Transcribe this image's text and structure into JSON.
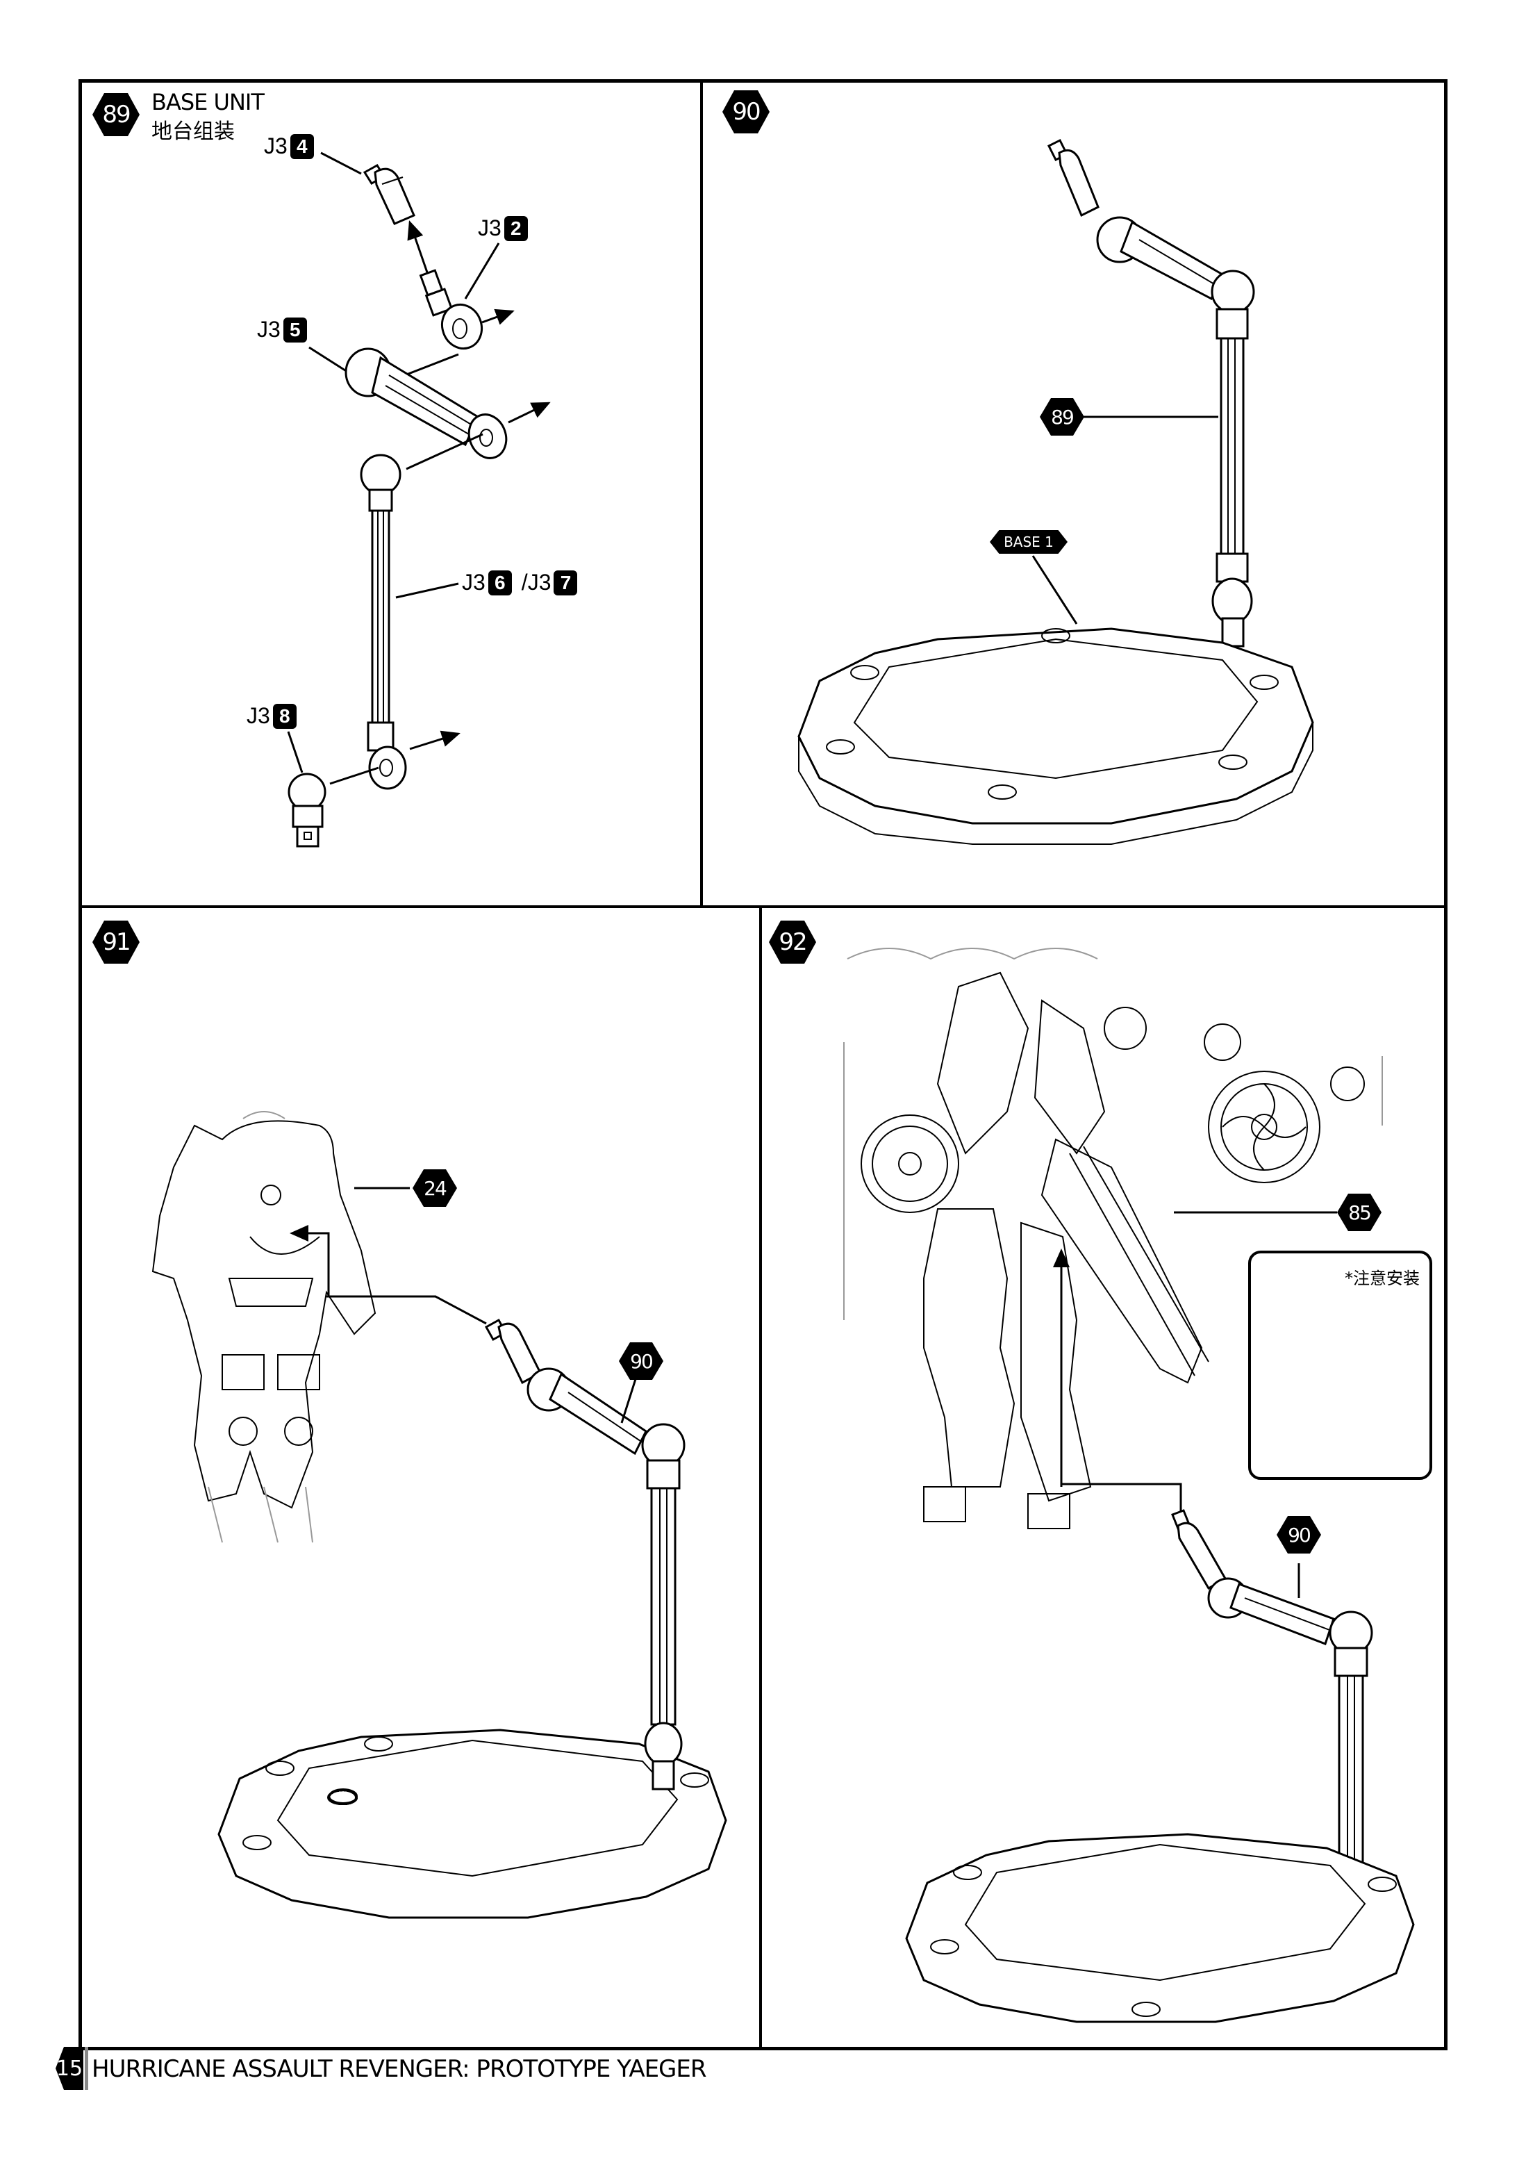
{
  "page": {
    "number": "15",
    "footer_title": "HURRICANE ASSAULT REVENGER: PROTOTYPE YAEGER"
  },
  "steps": [
    {
      "number": "89",
      "title_en": "BASE UNIT",
      "title_zh": "地台组装",
      "parts": [
        {
          "runner": "J3",
          "num": "4"
        },
        {
          "runner": "J3",
          "num": "2"
        },
        {
          "runner": "J3",
          "num": "5"
        },
        {
          "runner": "J3",
          "num": "6",
          "alt_runner": "/J3",
          "alt_num": "7"
        },
        {
          "runner": "J3",
          "num": "8"
        }
      ]
    },
    {
      "number": "90",
      "callouts": [
        "89"
      ],
      "base_tag": "BASE 1"
    },
    {
      "number": "91",
      "callouts": [
        "24",
        "90"
      ]
    },
    {
      "number": "92",
      "callouts": [
        "85",
        "90"
      ],
      "note": "*注意安装"
    }
  ],
  "icons": {
    "step_badge": "hexagon-badge",
    "part_number": "black-rounded-square",
    "arrow": "assembly-arrow"
  },
  "colors": {
    "ink": "#000000",
    "paper": "#ffffff"
  }
}
